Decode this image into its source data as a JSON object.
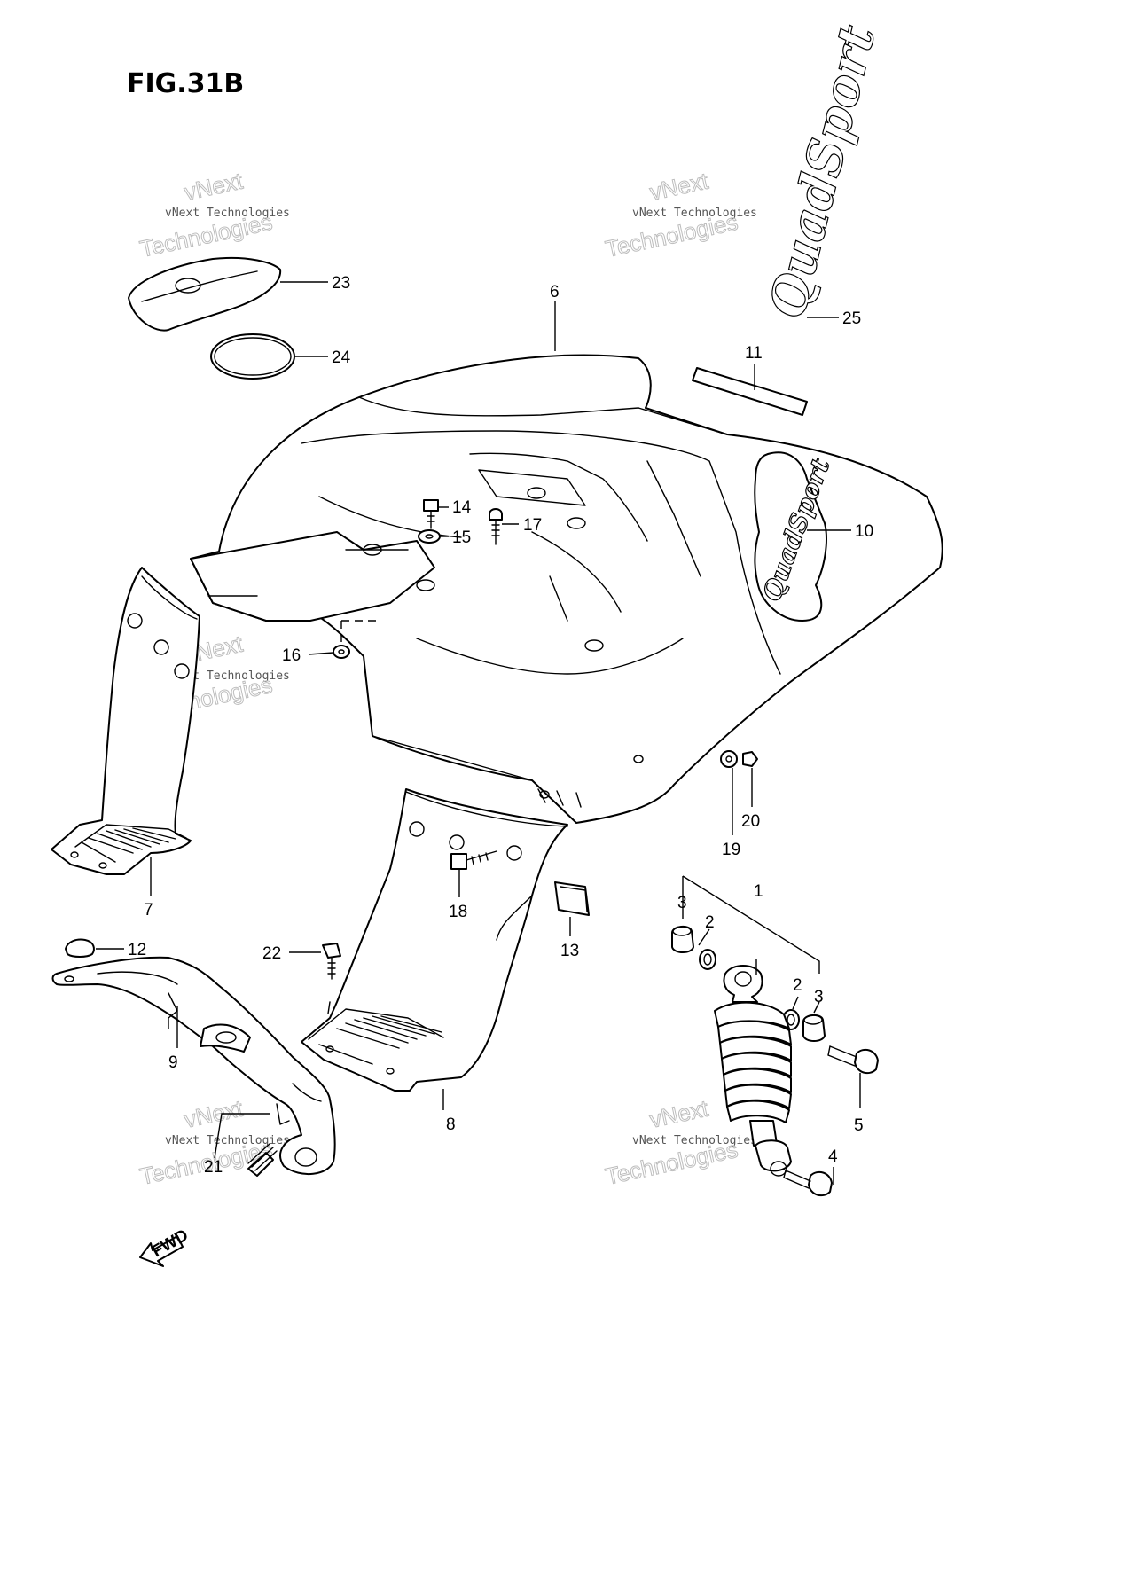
{
  "figure": {
    "title": "FIG.31B",
    "fwd_label": "FWD",
    "decal_text": "QuadSport"
  },
  "watermark": {
    "small": "vNext Technologies",
    "top": "vNext",
    "bottom": "Technologies"
  },
  "callouts": {
    "p1": "1",
    "p2a": "2",
    "p2b": "2",
    "p3a": "3",
    "p3b": "3",
    "p4": "4",
    "p5": "5",
    "p6": "6",
    "p7": "7",
    "p8": "8",
    "p9": "9",
    "p10": "10",
    "p11": "11",
    "p12": "12",
    "p13": "13",
    "p14": "14",
    "p15": "15",
    "p16": "16",
    "p17": "17",
    "p18": "18",
    "p19": "19",
    "p20": "20",
    "p21": "21",
    "p22": "22",
    "p23": "23",
    "p24": "24",
    "p25": "25"
  },
  "colors": {
    "line": "#000000",
    "watermark": "#bdbdbd",
    "background": "#ffffff"
  }
}
